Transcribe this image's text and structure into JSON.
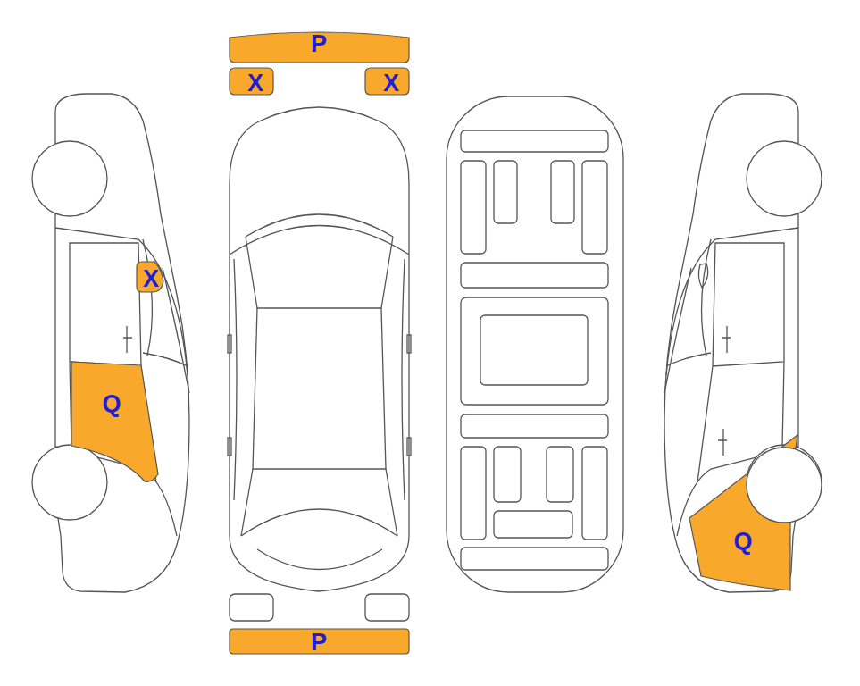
{
  "diagram": {
    "nodes": [
      {
        "text": [
          "P"
        ]
      },
      {
        "text": [
          "X"
        ]
      },
      {
        "text": [
          "X"
        ]
      },
      {
        "text": [
          "X"
        ]
      },
      {
        "text": [
          "Q"
        ]
      },
      {
        "text": [
          "Q"
        ]
      },
      {
        "text": [
          "P"
        ]
      }
    ]
  }
}
